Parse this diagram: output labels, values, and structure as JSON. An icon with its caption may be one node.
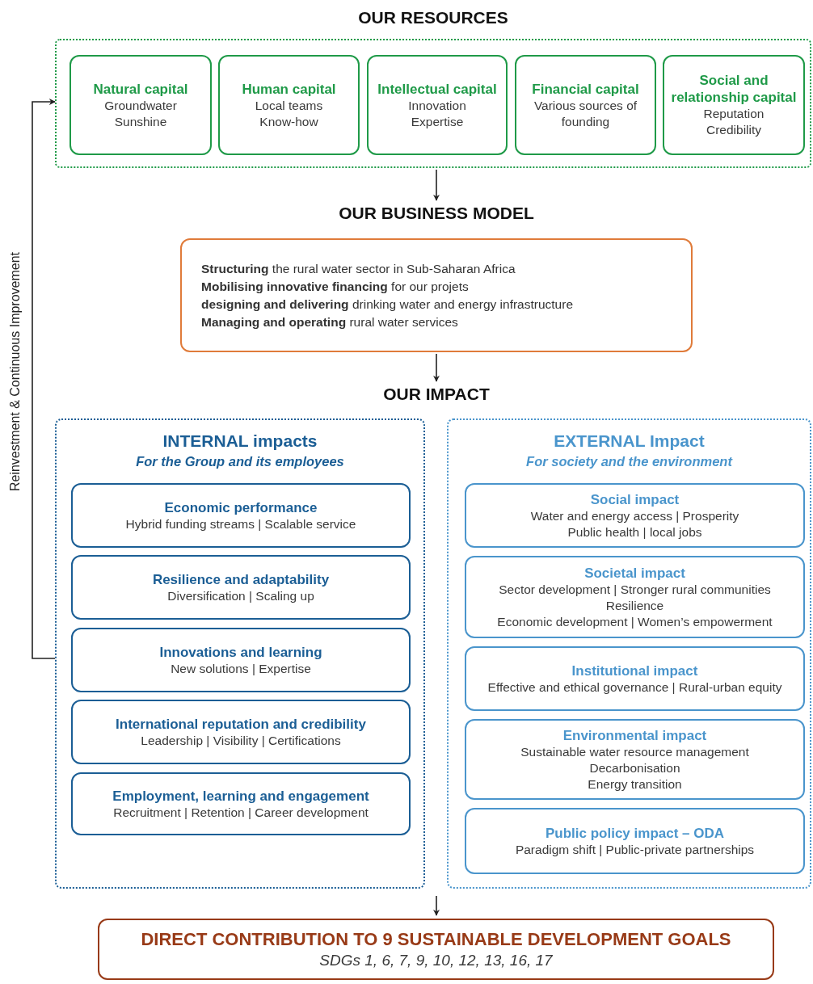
{
  "diagram": {
    "nodes": [
      {
        "text": [
          "OUR RESOURCES"
        ]
      },
      {
        "text": [
          "Natural capital",
          "Groundwater",
          "Sunshine"
        ],
        "in": 0
      },
      {
        "text": [
          "Human capital",
          "Local teams",
          "Know-how"
        ],
        "in": 0
      },
      {
        "text": [
          "Intellectual capital",
          "Innovation",
          "Expertise"
        ],
        "in": 0
      },
      {
        "text": [
          "Financial capital",
          "Various sources of founding"
        ],
        "in": 0
      },
      {
        "text": [
          "Social and relationship capital",
          "Reputation",
          "Credibility"
        ],
        "in": 0
      },
      {
        "text": [
          "OUR BUSINESS MODEL",
          "**Structuring** the rural water sector in Sub-Saharan Africa",
          "**Mobilising innovative financing** for our projets",
          "**designing and delivering** drinking water and energy infrastructure",
          "**Managing and operating** rural water services"
        ]
      },
      {
        "text": [
          "OUR IMPACT"
        ]
      },
      {
        "text": [
          "INTERNAL impacts",
          "For the Group and its employees"
        ]
      },
      {
        "text": [
          "Economic performance",
          "Hybrid funding streams | Scalable service"
        ],
        "in": 8
      },
      {
        "text": [
          "Resilience and adaptability",
          "Diversification | Scaling up"
        ],
        "in": 8
      },
      {
        "text": [
          "Innovations and learning",
          "New solutions | Expertise"
        ],
        "in": 8
      },
      {
        "text": [
          "International reputation and credibility",
          "Leadership | Visibility | Certifications"
        ],
        "in": 8
      },
      {
        "text": [
          "Employment, learning and engagement",
          "Recruitment | Retention | Career development"
        ],
        "in": 8
      },
      {
        "text": [
          "EXTERNAL Impact",
          "For society and the environment"
        ]
      },
      {
        "text": [
          "Social impact",
          "Water and energy access | Prosperity",
          "Public health | local jobs"
        ],
        "in": 14
      },
      {
        "text": [
          "Societal impact",
          "Sector development | Stronger rural communities",
          "Resilience",
          "Economic development | Women’s empowerment"
        ],
        "in": 14
      },
      {
        "text": [
          "Institutional impact",
          "Effective and ethical governance | Rural-urban equity"
        ],
        "in": 14
      },
      {
        "text": [
          "Environmental impact",
          "Sustainable water resource management",
          "Decarbonisation",
          "Energy transition"
        ],
        "in": 14
      },
      {
        "text": [
          "Public policy impact – ODA",
          "Paradigm shift | Public-private partnerships"
        ],
        "in": 14
      },
      {
        "text": [
          "DIRECT CONTRIBUTION TO 9 SUSTAINABLE DEVELOPMENT GOALS",
          "SDGs 1, 6, 7, 9, 10, 12, 13, 16, 17"
        ]
      }
    ],
    "edges": [
      {
        "from": 0,
        "to": 6,
        "arrow": "to"
      },
      {
        "from": 6,
        "to": 7,
        "arrow": "to"
      },
      {
        "from": null,
        "to": 20,
        "arrow": "to"
      },
      {
        "from": 8,
        "to": 0,
        "arrow": "to",
        "label": "Reinvestment & Continuous Improvement"
      }
    ]
  }
}
